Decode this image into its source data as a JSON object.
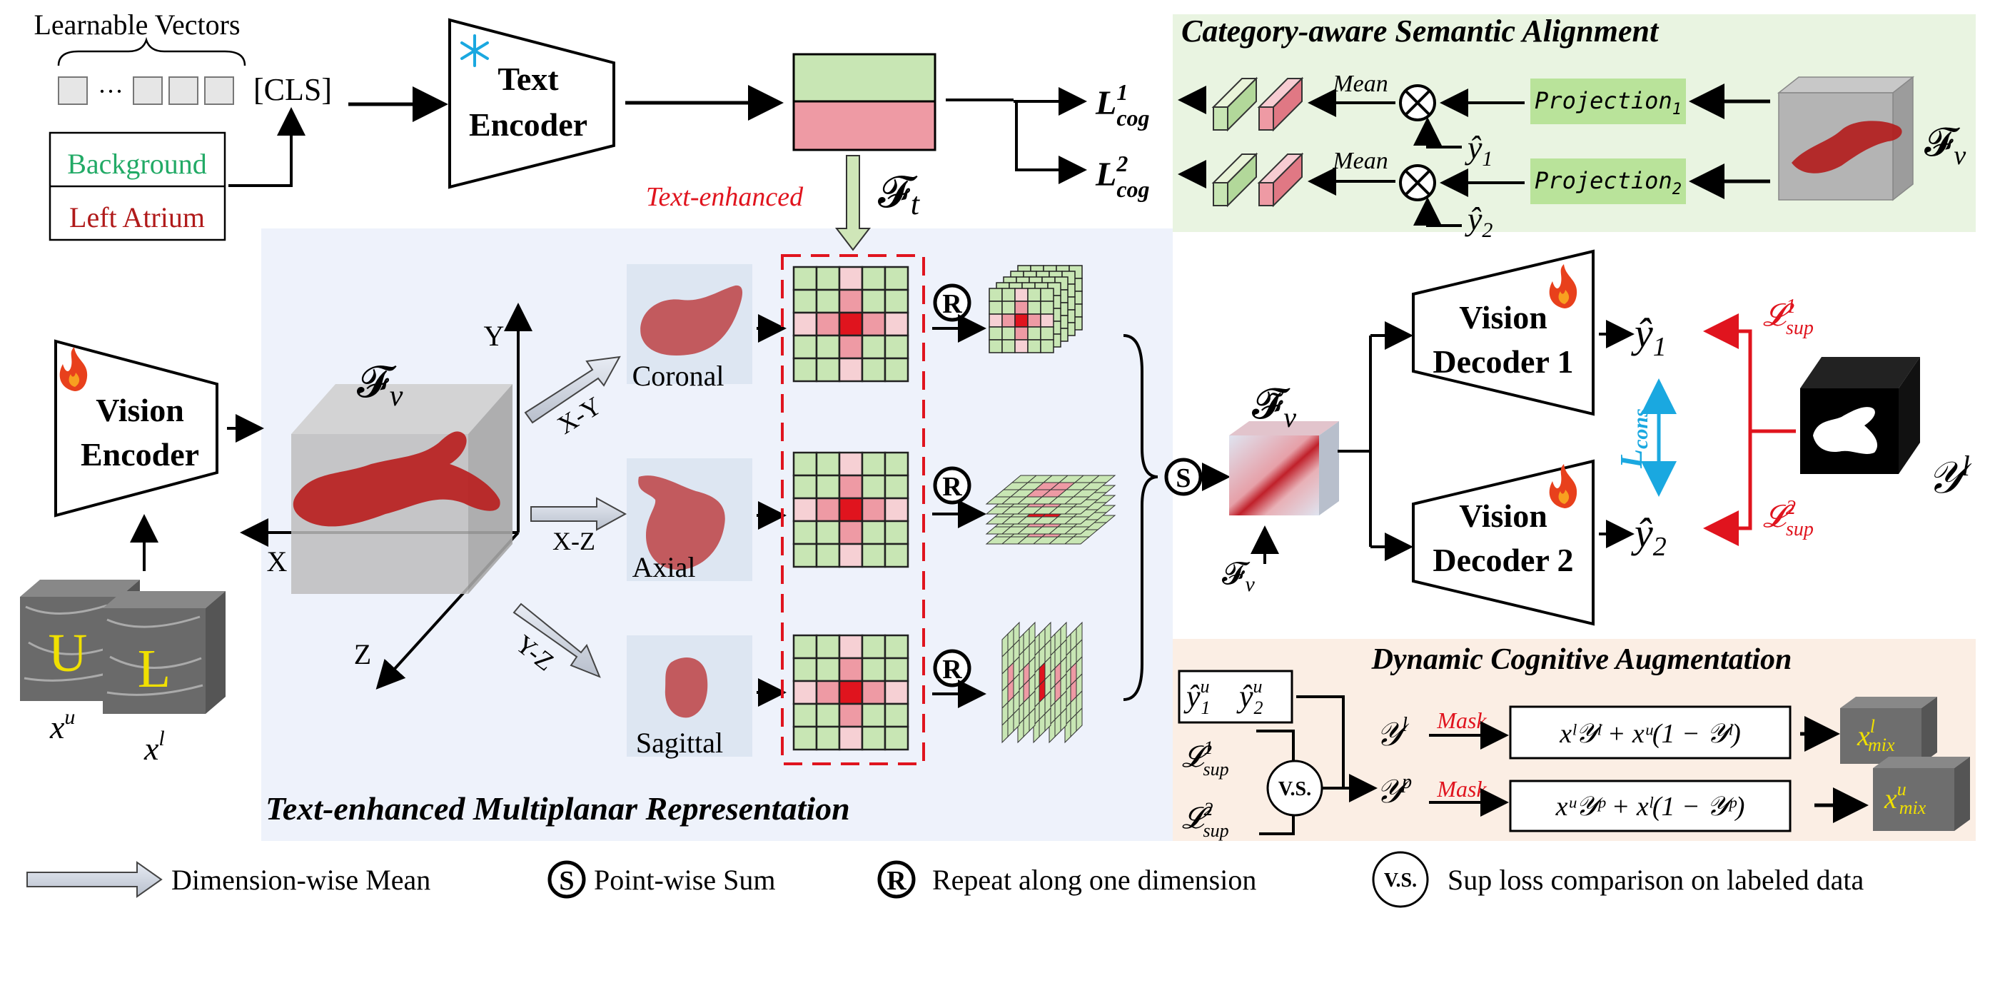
{
  "colors": {
    "green_light": "#c8e6b4",
    "pink": "#ee9aa4",
    "red": "#e0141e",
    "dark_red": "#b01414",
    "cyan": "#1aa8e0",
    "caa_bg": "#e9f4e1",
    "dca_bg": "#fbeee4",
    "tmr_bg": "#eef2fb",
    "proj_green": "#b9e39a",
    "bg_green_text": "#22aa66",
    "la_red_text": "#b01a1a",
    "mix_yellow": "#f0e000"
  },
  "text_prompt": {
    "learnable_vectors": "Learnable Vectors",
    "dots": "···",
    "cls": "[CLS]",
    "background": "Background",
    "left_atrium": "Left Atrium"
  },
  "text_encoder": {
    "line1": "Text",
    "line2": "Encoder",
    "icon": "snowflake-icon"
  },
  "ft": {
    "symbol": "𝓕",
    "sub": "t",
    "text_enhanced": "Text-enhanced"
  },
  "caa": {
    "title": "Category-aware Semantic Alignment",
    "l1": "L",
    "l1_sup": "1",
    "l1_sub": "cog",
    "l2": "L",
    "l2_sup": "2",
    "l2_sub": "cog",
    "mean": "Mean",
    "proj": "Projection",
    "proj1_sub": "1",
    "proj2_sub": "2",
    "y_hat": "ŷ",
    "sub1": "1",
    "sub2": "2",
    "fv": "𝓕",
    "fv_sub": "v"
  },
  "vision_encoder": {
    "line1": "Vision",
    "line2": "Encoder",
    "icon": "flame-icon"
  },
  "inputs": {
    "u": "U",
    "l": "L",
    "xu": "x",
    "xu_sup": "u",
    "xl": "x",
    "xl_sup": "l"
  },
  "tmr": {
    "title": "Text-enhanced Multiplanar Representation",
    "axis_y": "Y",
    "axis_x": "X",
    "axis_z": "Z",
    "xy": "X-Y",
    "xz": "X-Z",
    "yz": "Y-Z",
    "coronal": "Coronal",
    "axial": "Axial",
    "sagittal": "Sagittal",
    "fv": "𝓕",
    "fv_sub": "v",
    "r": "R",
    "s": "S"
  },
  "fusion": {
    "fv_tilde": "𝓕̃",
    "fv_sub": "v",
    "fv_in": "𝓕",
    "fv_in_sub": "v"
  },
  "decoders": {
    "d1_line1": "Vision",
    "d1_line2": "Decoder 1",
    "d2_line1": "Vision",
    "d2_line2": "Decoder 2",
    "y1": "ŷ",
    "y1_sub": "1",
    "y2": "ŷ",
    "y2_sub": "2",
    "lcons": "L",
    "lcons_sub": "cons",
    "lsup": "𝓛",
    "lsup1_sup": "1",
    "lsup2_sup": "2",
    "lsup_sub": "sup",
    "label": "𝒴",
    "label_sup": "l"
  },
  "dca": {
    "title": "Dynamic Cognitive Augmentation",
    "yu1": "ŷ",
    "yu1_sup": "u",
    "yu1_sub": "1",
    "yu2": "ŷ",
    "yu2_sup": "u",
    "yu2_sub": "2",
    "lsup": "𝓛",
    "lsup1_sup": "1",
    "lsup2_sup": "2",
    "lsup_sub": "sup",
    "vs": "V.S.",
    "yl": "𝒴",
    "yl_sup": "l",
    "yp": "𝒴",
    "yp_sup": "p",
    "mask": "Mask",
    "formula1": "xˡ𝒴ˡ + xᵘ(1 − 𝒴ˡ)",
    "formula2": "xᵘ𝒴ᵖ + xˡ(1 − 𝒴ᵖ)",
    "mix_l": "x",
    "mix_l_sup": "l",
    "mix_sub": "mix",
    "mix_u": "x",
    "mix_u_sup": "u"
  },
  "legend": {
    "mean": "Dimension-wise Mean",
    "s_symbol": "S",
    "sum": "Point-wise Sum",
    "r_symbol": "R",
    "repeat": "Repeat along one dimension",
    "vs_symbol": "V.S.",
    "vs": "Sup loss comparison on labeled data"
  }
}
